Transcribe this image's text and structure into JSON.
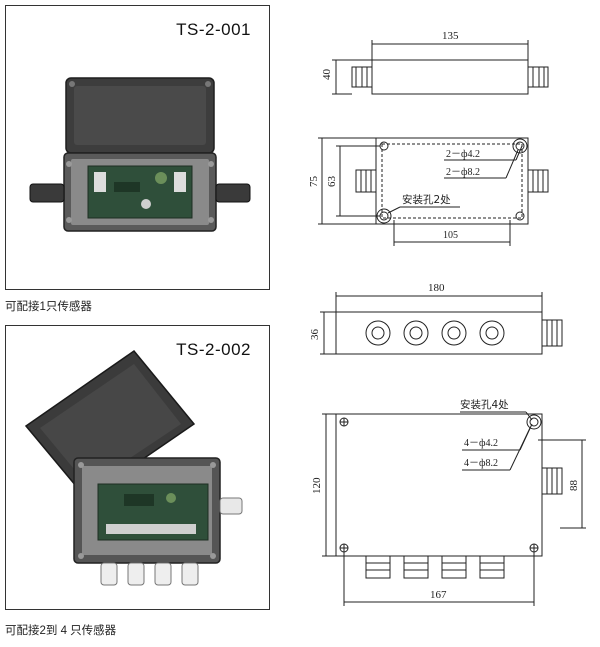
{
  "products": [
    {
      "model": "TS-2-001",
      "caption": "可配接1只传感器"
    },
    {
      "model": "TS-2-002",
      "caption": "可配接2到 4 只传感器"
    }
  ],
  "drawing1": {
    "top_length": "135",
    "top_height": "40",
    "plan_height_outer": "75",
    "plan_height_inner": "63",
    "hole_small": "2－ф4.2",
    "hole_large": "2－ф8.2",
    "mount_note": "安装孔2处",
    "hole_spacing": "105"
  },
  "drawing2": {
    "top_length": "180",
    "top_height": "36",
    "mount_note": "安装孔4处",
    "hole_small": "4－ф4.2",
    "hole_large": "4－ф8.2",
    "plan_height": "120",
    "hole_spacing_v": "88",
    "hole_spacing_h": "167"
  },
  "colors": {
    "line": "#222222",
    "box_dark": "#3a3a3a",
    "panel_border": "#333333"
  }
}
